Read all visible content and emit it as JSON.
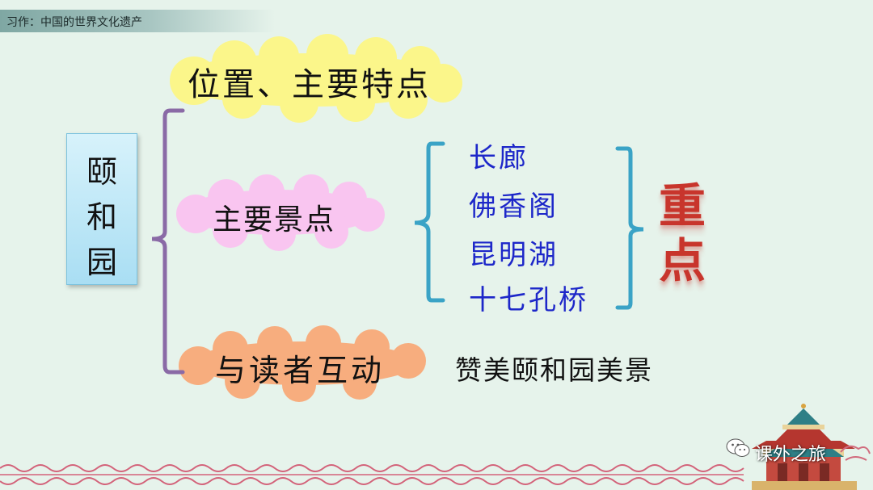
{
  "header": {
    "title": "习作：中国的世界文化遗产"
  },
  "park": {
    "chars": [
      "颐",
      "和",
      "园"
    ]
  },
  "clouds": {
    "location": "位置、主要特点",
    "sights": "主要景点",
    "interact": "与读者互动"
  },
  "sights": [
    "长廊",
    "佛香阁",
    "昆明湖",
    "十七孔桥"
  ],
  "praise": "赞美颐和园美景",
  "focus": [
    "重",
    "点"
  ],
  "watermark": {
    "text": "课外之旅",
    "icon": "wechat-icon"
  },
  "colors": {
    "background": "#e6f3eb",
    "cloud_yellow": "#fbf68a",
    "cloud_pink": "#f9c5f0",
    "cloud_orange": "#f7ad7e",
    "sight_blue": "#1d27c9",
    "focus_red": "#c8352c",
    "bracket_purple": "#8a6aa6",
    "bracket_teal": "#3aa3c6"
  }
}
